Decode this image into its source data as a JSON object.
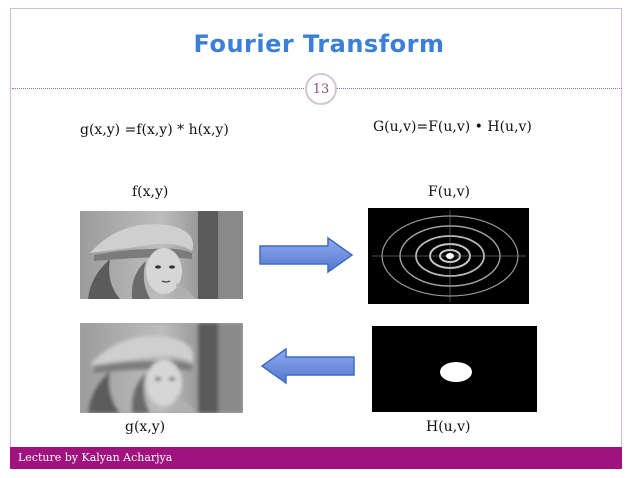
{
  "slide": {
    "title": "Fourier Transform",
    "page_number": "13",
    "formula_left": "g(x,y) =f(x,y) * h(x,y)",
    "formula_right": "G(u,v)=F(u,v) • H(u,v)",
    "label_f_xy": "f(x,y)",
    "label_F_uv": "F(u,v)",
    "label_g_xy": "g(x,y)",
    "label_H_uv": "H(u,v)",
    "footer_text": "Lecture by Kalyan Acharjya"
  },
  "colors": {
    "title": "#3a7fd9",
    "footer_bar": "#a0137f",
    "arrow_fill": "#6b8fd8",
    "arrow_stroke": "#3f6cc0"
  }
}
